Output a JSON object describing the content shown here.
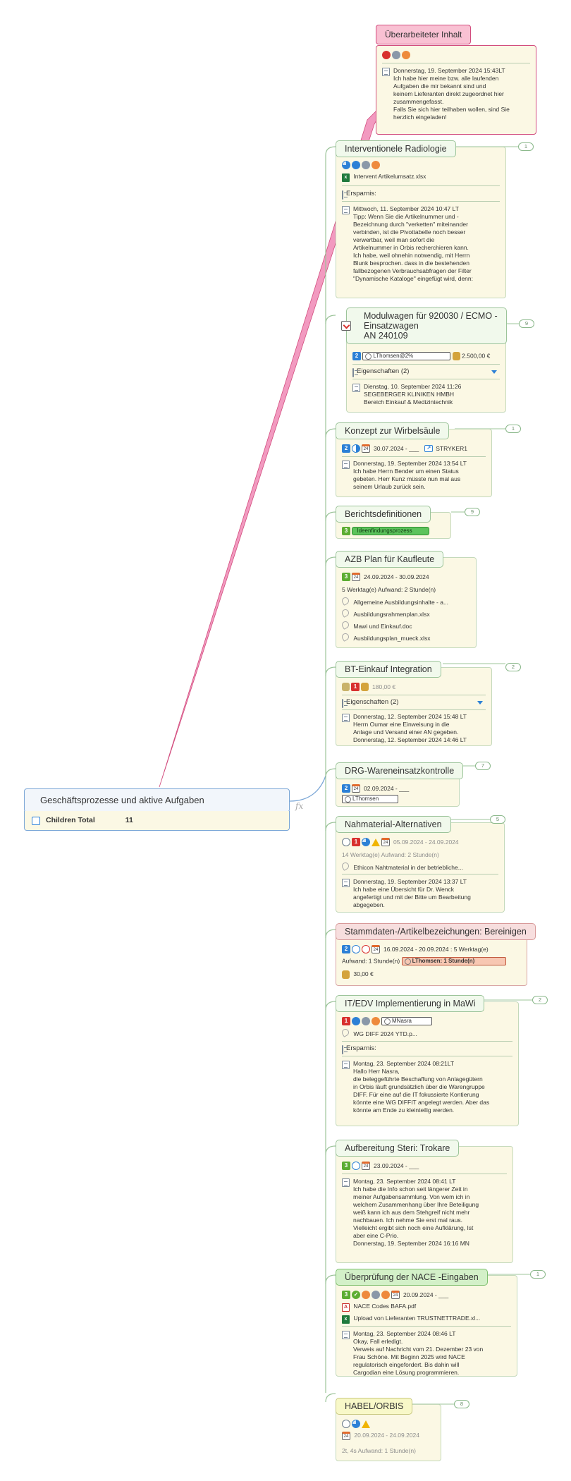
{
  "central": {
    "title": "Geschäftsprozesse und aktive Aufgaben",
    "children_label": "Children Total",
    "children_value": "11"
  },
  "fx_label": "fx",
  "callout": {
    "title": "Überarbeiteter Inhalt",
    "note": "Donnerstag, 19. September 2024 15:43LT\nIch habe hier meine bzw. alle laufenden\nAufgaben die mir bekannt sind und\nkeinem Lieferanten direkt zugeordnet hier\nzusammengefasst.\nFalls Sie sich hier teilhaben wollen, sind Sie\nherzlich eingeladen!"
  },
  "topics": {
    "t1": {
      "title": "Interventionele Radiologie",
      "badge": "1",
      "attachment": "Intervent Artikelumsatz.xlsx",
      "property_header": "Ersparnis:",
      "note": "Mittwoch, 11. September 2024 10:47 LT\nTipp: Wenn Sie die Artikelnummer und -\nBezeichnung durch \"verketten\" miteinander\nverbinden, ist die Pivottabelle noch besser\nverwertbar, weil man sofort die\nArtikelnummer in Orbis recherchieren kann.\nIch habe, weil ohnehin notwendig, mit Herrn\nBlunk besprochen. dass in die bestehenden\nfallbezogenen Verbrauchsabfragen der Filter\n\"Dynamische Kataloge\" eingefügt wird, denn:"
    },
    "t2": {
      "title": "Modulwagen für 920030 / ECMO -\nEinsatzwagen\nAN 240109",
      "badge": "9",
      "priority": "2",
      "resource": "LThomsen@2%",
      "cost": "2.500,00 €",
      "property_header": "Eigenschaften (2)",
      "note": "Dienstag, 10. September 2024 11:26\nSEGEBERGER KLINIKEN HMBH\nBereich Einkauf & Medizintechnik"
    },
    "t3": {
      "title": "Konzept zur Wirbelsäule",
      "badge": "1",
      "priority": "2",
      "date": "30.07.2024 - ___",
      "link": "STRYKER1",
      "note": "Donnerstag, 19. September 2024 13:54 LT\nIch habe Herrn Bender um einen Status\ngebeten. Herr Kunz müsste nun mal aus\nseinem Urlaub zurück sein."
    },
    "t4": {
      "title": "Berichtsdefinitionen",
      "badge": "9",
      "priority": "3",
      "tag": "Ideenfindungsprozess"
    },
    "t5": {
      "title": "AZB Plan für Kaufleute",
      "priority": "3",
      "date": "24.09.2024 - 30.09.2024",
      "effort": "5 Werktag(e)  Aufwand: 2 Stunde(n)",
      "attachments": [
        "Allgemeine Ausbildungsinhalte - a...",
        "Ausbildungsrahmenplan.xlsx",
        "Mawi und Einkauf.doc",
        "Ausbildungsplan_mueck.xlsx"
      ]
    },
    "t6": {
      "title": "BT-Einkauf Integration",
      "badge": "2",
      "priority": "1",
      "cost": "180,00 €",
      "property_header": "Eigenschaften (2)",
      "note": "Donnerstag, 12. September 2024 15:48 LT\nHerrn Oumar eine Einweisung in die\nAnlage und Versand einer AN gegeben.\nDonnerstag, 12. September 2024 14:46 LT"
    },
    "t7": {
      "title": "DRG-Wareneinsatzkontrolle",
      "badge": "7",
      "priority": "2",
      "date": "02.09.2024 - ___",
      "resource": "LThomsen"
    },
    "t8": {
      "title": "Nahmaterial-Alternativen",
      "badge": "5",
      "priority": "1",
      "date": "05.09.2024 - 24.09.2024",
      "effort": "14 Werktag(e)  Aufwand: 2 Stunde(n)",
      "attachment": "Ethicon Nahtmaterial in der betriebliche...",
      "note": "Donnerstag, 19. September 2024 13:37 LT\n Ich habe eine Übersicht für Dr. Wenck\nangefertigt und mit der Bitte um Bearbeitung\nabgegeben."
    },
    "t9": {
      "title": "Stammdaten-/Artikelbezeichungen: Bereinigen",
      "priority": "2",
      "date": "16.09.2024 - 20.09.2024 : 5 Werktag(e)",
      "effort": "Aufwand: 1 Stunde(n)",
      "resource": "LThomsen: 1 Stunde(n)",
      "cost": "30,00 €"
    },
    "t10": {
      "title": "IT/EDV Implementierung in MaWi",
      "badge": "2",
      "priority": "1",
      "resource": "MNasra",
      "attachment": "WG DIFF 2024  YTD.p...",
      "property_header": "Ersparnis:",
      "note": "Montag, 23. September 2024 08:21LT\nHallo Herr Nasra,\ndie beleggeführte Beschaffung von Anlagegütern\nin Orbis läuft grundsätzlich über die Warengruppe\nDIFF. Für eine auf die IT fokussierte Kontierung\nkönnte eine WG DIFFIT angelegt werden. Aber das\nkönnte am Ende zu kleinteilig werden."
    },
    "t11": {
      "title": "Aufbereitung Steri: Trokare",
      "priority": "3",
      "date": "23.09.2024 - ___",
      "note": "Montag, 23. September 2024 08:41 LT\nIch habe die Info schon seit längerer Zeit in\nmeiner Aufgabensammlung. Von wem ich in\nwelchem Zusammenhang über Ihre Beteiligung\nweiß kann ich aus dem Stehgreif nicht mehr\nnachbauen. Ich nehme Sie erst mal raus.\nVielleicht ergibt sich noch eine Aufklärung, Ist\naber eine C-Prio.\nDonnerstag, 19. September 2024 16:16 MN"
    },
    "t12": {
      "title": "Überprüfung der NACE -Eingaben",
      "badge": "1",
      "priority": "3",
      "date": "20.09.2024 - ___",
      "attachments": [
        "NACE Codes BAFA.pdf",
        "Upload von Lieferanten TRUSTNETTRADE.xl..."
      ],
      "note": "Montag, 23. September 2024 08:46 LT\nOkay, Fall erledigt.\nVerweis auf Nachricht vom 21. Dezember 23 von\nFrau Schöne. Mit Beginn 2025 wird NACE\nregulatorisch eingefordert. Bis dahin will\nCargodian eine Lösung programmieren."
    },
    "t13": {
      "title": "HABEL/ORBIS",
      "badge": "8",
      "date": "20.09.2024 - 24.09.2024",
      "effort": "2t, 4s  Aufwand: 1 Stunde(n)"
    }
  },
  "colors": {
    "callout_border": "#d24d7e",
    "topic_border": "#9cc49a",
    "central_border": "#7aa6d6"
  }
}
